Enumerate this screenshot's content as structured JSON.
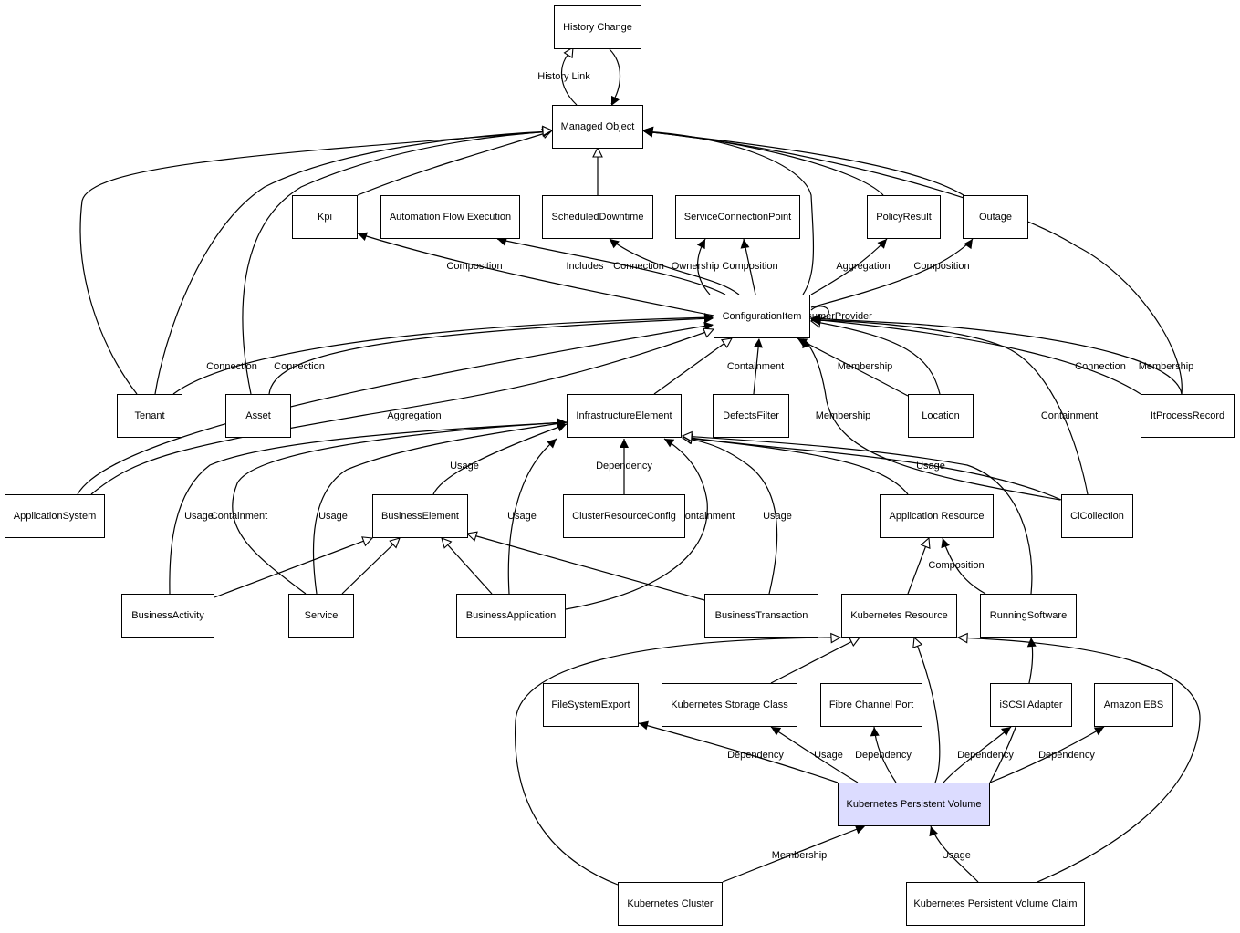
{
  "diagram": {
    "highlight_color": "#dcdcff",
    "nodes": [
      {
        "id": "history-change",
        "label": "History Change"
      },
      {
        "id": "managed-object",
        "label": "Managed Object"
      },
      {
        "id": "kpi",
        "label": "Kpi"
      },
      {
        "id": "automation-flow-execution",
        "label": "Automation Flow Execution"
      },
      {
        "id": "scheduled-downtime",
        "label": "ScheduledDowntime"
      },
      {
        "id": "service-connection-point",
        "label": "ServiceConnectionPoint"
      },
      {
        "id": "policy-result",
        "label": "PolicyResult"
      },
      {
        "id": "outage",
        "label": "Outage"
      },
      {
        "id": "configuration-item",
        "label": "ConfigurationItem"
      },
      {
        "id": "tenant",
        "label": "Tenant"
      },
      {
        "id": "asset",
        "label": "Asset"
      },
      {
        "id": "infrastructure-element",
        "label": "InfrastructureElement"
      },
      {
        "id": "defects-filter",
        "label": "DefectsFilter"
      },
      {
        "id": "location",
        "label": "Location"
      },
      {
        "id": "it-process-record",
        "label": "ItProcessRecord"
      },
      {
        "id": "application-system",
        "label": "ApplicationSystem"
      },
      {
        "id": "business-element",
        "label": "BusinessElement"
      },
      {
        "id": "cluster-resource-config",
        "label": "ClusterResourceConfig"
      },
      {
        "id": "application-resource",
        "label": "Application Resource"
      },
      {
        "id": "ci-collection",
        "label": "CiCollection"
      },
      {
        "id": "business-activity",
        "label": "BusinessActivity"
      },
      {
        "id": "service",
        "label": "Service"
      },
      {
        "id": "business-application",
        "label": "BusinessApplication"
      },
      {
        "id": "business-transaction",
        "label": "BusinessTransaction"
      },
      {
        "id": "kubernetes-resource",
        "label": "Kubernetes Resource"
      },
      {
        "id": "running-software",
        "label": "RunningSoftware"
      },
      {
        "id": "file-system-export",
        "label": "FileSystemExport"
      },
      {
        "id": "kubernetes-storage-class",
        "label": "Kubernetes Storage Class"
      },
      {
        "id": "fibre-channel-port",
        "label": "Fibre Channel Port"
      },
      {
        "id": "iscsi-adapter",
        "label": "iSCSI Adapter"
      },
      {
        "id": "amazon-ebs",
        "label": "Amazon EBS"
      },
      {
        "id": "kubernetes-persistent-volume",
        "label": "Kubernetes Persistent Volume",
        "highlighted": true
      },
      {
        "id": "kubernetes-cluster",
        "label": "Kubernetes Cluster"
      },
      {
        "id": "kubernetes-persistent-volume-claim",
        "label": "Kubernetes Persistent Volume Claim"
      }
    ],
    "edges": [
      {
        "label": "History Link",
        "arrow": "inherit"
      },
      {
        "label": "",
        "arrow": "filled"
      },
      {
        "label": "",
        "arrow": "inherit"
      },
      {
        "label": "",
        "arrow": "inherit"
      },
      {
        "label": "",
        "arrow": "inherit"
      },
      {
        "label": "",
        "arrow": "inherit"
      },
      {
        "label": "",
        "arrow": "inherit"
      },
      {
        "label": "",
        "arrow": "inherit"
      },
      {
        "label": "",
        "arrow": "inherit"
      },
      {
        "label": "",
        "arrow": "inherit"
      },
      {
        "label": "Connection",
        "arrow": "filled"
      },
      {
        "label": "Composition",
        "arrow": "filled"
      },
      {
        "label": "Includes",
        "arrow": "filled"
      },
      {
        "label": "Connection",
        "arrow": "filled"
      },
      {
        "label": "Ownership",
        "arrow": "filled"
      },
      {
        "label": "Composition",
        "arrow": "filled"
      },
      {
        "label": "Aggregation",
        "arrow": "filled"
      },
      {
        "label": "Composition",
        "arrow": "filled"
      },
      {
        "label": "ConsumerProvider",
        "arrow": "filled"
      },
      {
        "label": "Connection",
        "arrow": "filled"
      },
      {
        "label": "Connection",
        "arrow": "filled"
      },
      {
        "label": "Aggregation",
        "arrow": "filled"
      },
      {
        "label": "",
        "arrow": "inherit"
      },
      {
        "label": "Containment",
        "arrow": "filled"
      },
      {
        "label": "Membership",
        "arrow": "filled"
      },
      {
        "label": "",
        "arrow": "inherit"
      },
      {
        "label": "Membership",
        "arrow": "filled"
      },
      {
        "label": "Containment",
        "arrow": "filled"
      },
      {
        "label": "Connection",
        "arrow": "filled"
      },
      {
        "label": "Membership",
        "arrow": "filled"
      },
      {
        "label": "",
        "arrow": "inherit"
      },
      {
        "label": "Usage",
        "arrow": "filled"
      },
      {
        "label": "Dependency",
        "arrow": "filled"
      },
      {
        "label": "Usage",
        "arrow": "filled"
      },
      {
        "label": "Containment",
        "arrow": "filled"
      },
      {
        "label": "Usage",
        "arrow": "filled"
      },
      {
        "label": "Usage",
        "arrow": "filled"
      },
      {
        "label": "Containment",
        "arrow": "filled"
      },
      {
        "label": "Usage",
        "arrow": "filled"
      },
      {
        "label": "",
        "arrow": "inherit"
      },
      {
        "label": "Usage",
        "arrow": "filled"
      },
      {
        "label": "",
        "arrow": "inherit"
      },
      {
        "label": "",
        "arrow": "inherit"
      },
      {
        "label": "",
        "arrow": "inherit"
      },
      {
        "label": "",
        "arrow": "inherit"
      },
      {
        "label": "",
        "arrow": "inherit"
      },
      {
        "label": "",
        "arrow": "inherit"
      },
      {
        "label": "Composition",
        "arrow": "filled"
      },
      {
        "label": "Dependency",
        "arrow": "filled"
      },
      {
        "label": "Usage",
        "arrow": "filled"
      },
      {
        "label": "Dependency",
        "arrow": "filled"
      },
      {
        "label": "Dependency",
        "arrow": "filled"
      },
      {
        "label": "Dependency",
        "arrow": "filled"
      },
      {
        "label": "",
        "arrow": "inherit"
      },
      {
        "label": "",
        "arrow": "inherit"
      },
      {
        "label": "",
        "arrow": "inherit"
      },
      {
        "label": "Membership",
        "arrow": "filled"
      },
      {
        "label": "Usage",
        "arrow": "filled"
      },
      {
        "label": "",
        "arrow": "inherit"
      },
      {
        "label": "Usage",
        "arrow": "filled"
      }
    ]
  }
}
